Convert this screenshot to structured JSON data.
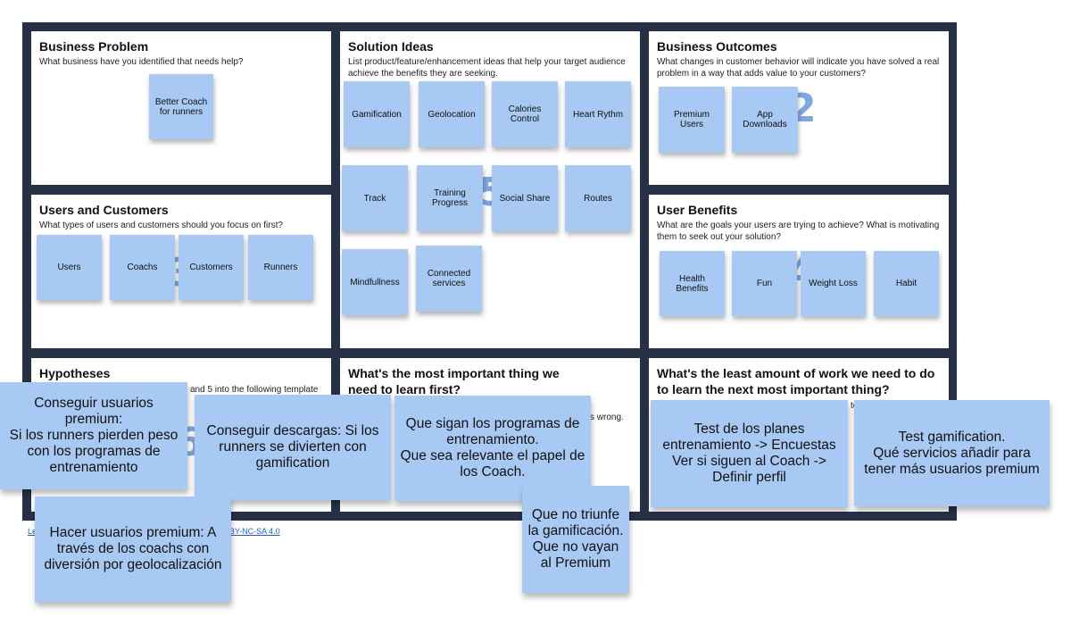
{
  "sections": {
    "business_problem": {
      "title": "Business Problem",
      "desc": "What business have you identified that needs help?"
    },
    "solution_ideas": {
      "title": "Solution Ideas",
      "desc": "List product/feature/enhancement ideas that help your target audience achieve the benefits they are seeking."
    },
    "business_outcomes": {
      "title": "Business Outcomes",
      "desc": "What changes in customer behavior will indicate you have solved a real problem in a way that adds value to your customers?"
    },
    "users_customers": {
      "title": "Users and Customers",
      "desc": "What types of users and customers should you focus on first?"
    },
    "user_benefits": {
      "title": "User Benefits",
      "desc": "What are the goals your users are trying to achieve? What is motivating them to seek out your solution?"
    },
    "hypotheses": {
      "title": "Hypotheses",
      "desc_partial": "and 5 into the following template"
    },
    "learn_first": {
      "title": "What's the most important thing we need to learn first?",
      "desc_partial": "s wrong."
    },
    "least_work": {
      "title": "What's the least amount of work we need to do to learn the next most important thing?",
      "desc_partial": "to"
    }
  },
  "ghost_numbers": {
    "outcomes": "2",
    "ideas": "5",
    "users": "3",
    "benefits": "4",
    "hypotheses": "6"
  },
  "stickies": {
    "problem": [
      "Better Coach for runners"
    ],
    "ideas": [
      "Gamification",
      "Geolocation",
      "Calories Control",
      "Heart Rythm",
      "Track",
      "Training Progress",
      "Social Share",
      "Routes",
      "Mindfullness",
      "Connected services"
    ],
    "outcomes": [
      "Premium Users",
      "App Downloads"
    ],
    "users": [
      "Users",
      "Coachs",
      "Customers",
      "Runners"
    ],
    "benefits": [
      "Health Benefits",
      "Fun",
      "Weight Loss",
      "Habit"
    ]
  },
  "big_stickies": {
    "h1": "Conseguir usuarios premium:\nSi los runners pierden peso con los programas de entrenamiento",
    "h2": "Conseguir descargas: Si los runners se divierten con gamification",
    "h3": "Hacer usuarios premium: A través de los coachs con diversión por geolocalización",
    "l1": "Que sigan los programas de entrenamiento.\nQue sea relevante el papel de los Coach.",
    "l2": "Que no triunfe la gamificación.\nQue no vayan al Premium",
    "w1": "Test de los planes entrenamiento -> Encuestas\nVer si siguen al Coach -> Definir perfil",
    "w2": "Test gamification.\nQué servicios añadir para tener más usuarios premium"
  },
  "footer": {
    "left": "Le",
    "right": "BY-NC-SA 4.0"
  },
  "colors": {
    "board": "#263146",
    "sticky": "#a7c9f3",
    "ghost": "#7fa8de"
  }
}
